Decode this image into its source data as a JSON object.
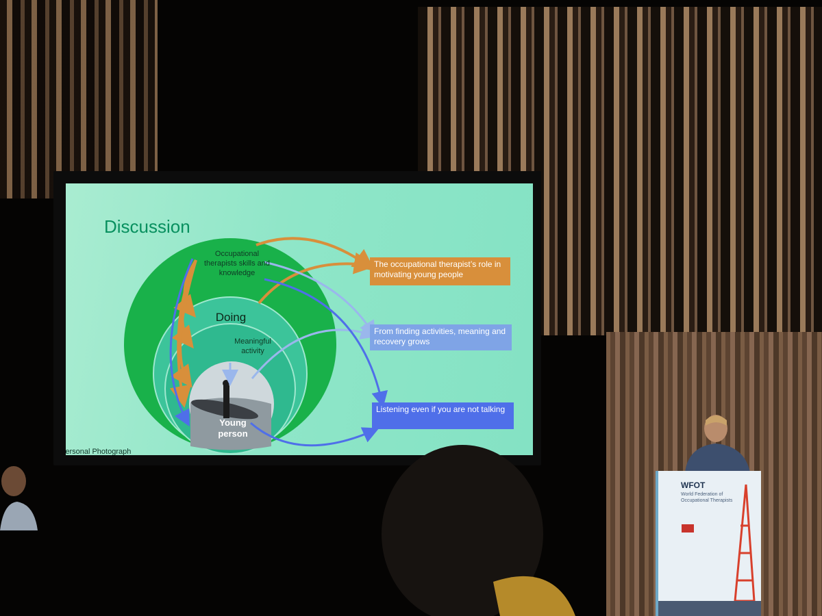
{
  "slide": {
    "title": "Discussion",
    "circles": {
      "outer": "Occupational therapists skills and knowledge",
      "doing": "Doing",
      "meaningful": "Meaningful activity",
      "center": "Young person"
    },
    "boxes": {
      "orange": "The occupational therapist’s role in motivating young people",
      "blue1": "From finding activities, meaning and recovery grows",
      "blue2": "Listening even if you are not talking"
    },
    "caption": "Personal Photograph"
  },
  "podium": {
    "brand": "WFOT",
    "subtitle": "World Federation of Occupational Therapists"
  },
  "colors": {
    "slide_bg": "#8fe6c8",
    "outer_circle": "#19b14a",
    "orange_box": "#d88f3b",
    "blue_box_light": "#7fa4e6",
    "blue_box_dark": "#4f6fe9"
  }
}
